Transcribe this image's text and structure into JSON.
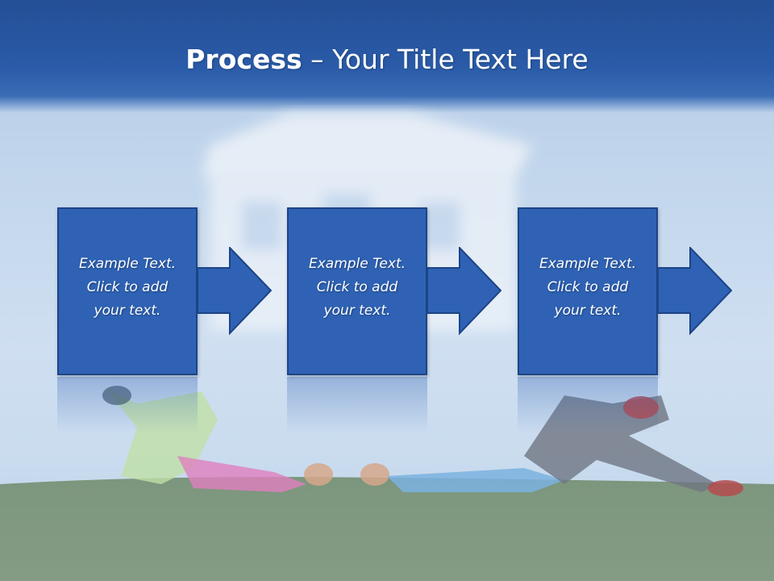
{
  "slide": {
    "title_bold": "Process",
    "title_rest": " – Your Title Text Here"
  },
  "steps": [
    {
      "line1": "Example Text.",
      "line2": "Click  to add",
      "line3": "your text."
    },
    {
      "line1": "Example Text.",
      "line2": "Click  to add",
      "line3": "your text."
    },
    {
      "line1": "Example Text.",
      "line2": "Click  to add",
      "line3": "your text."
    }
  ],
  "colors": {
    "box_fill": "#2f62b4",
    "box_border": "#1d4486",
    "header": "#2a5ba8"
  },
  "icons": [
    "arrow-right-icon"
  ]
}
